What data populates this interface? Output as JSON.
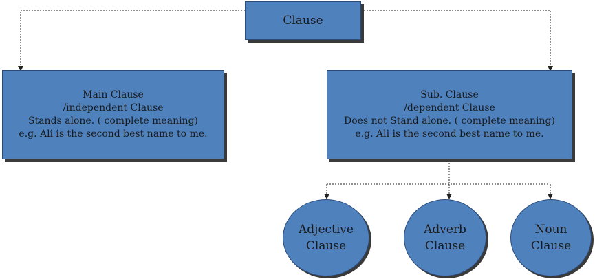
{
  "root": {
    "label": "Clause"
  },
  "main_clause": {
    "lines": [
      "Main Clause",
      "/independent Clause",
      "Stands alone. ( complete meaning)",
      "e.g. Ali is the second best name to me."
    ]
  },
  "sub_clause": {
    "lines": [
      "Sub. Clause",
      "/dependent Clause",
      "Does not Stand alone. ( complete meaning)",
      "e.g. Ali is the second best name to me."
    ]
  },
  "types": [
    {
      "lines": [
        "Adjective",
        "Clause"
      ]
    },
    {
      "lines": [
        "Adverb",
        "Clause"
      ]
    },
    {
      "lines": [
        "Noun",
        "Clause"
      ]
    }
  ],
  "colors": {
    "node_fill": "#4f81bd",
    "connector": "#222222"
  }
}
